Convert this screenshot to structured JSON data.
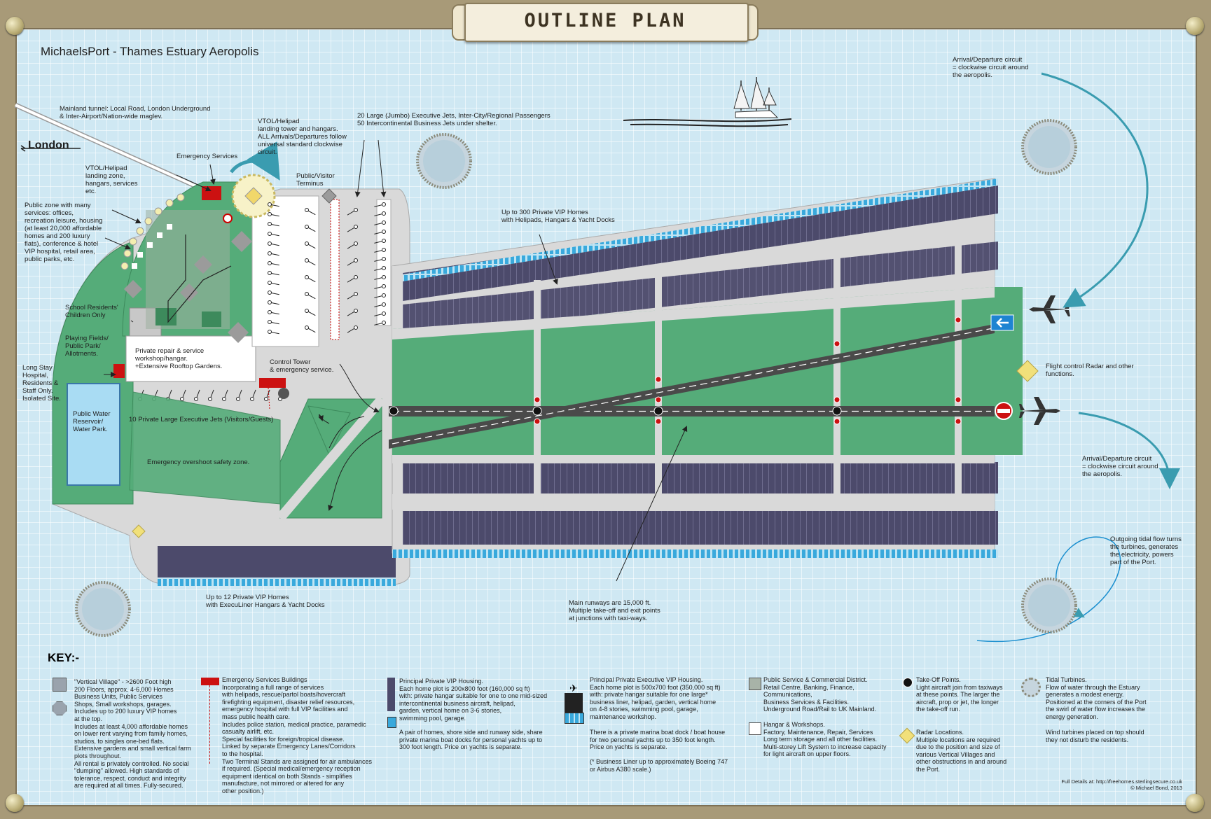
{
  "banner_title": "OUTLINE PLAN",
  "map_title": "MichaelsPort - Thames Estuary Aeropolis",
  "london_label": "London",
  "labels": {
    "mainland_tunnel": "Mainland tunnel: Local Road, London Underground\n& Inter-Airport/Nation-wide maglev.",
    "vtol_tower": "VTOL/Helipad\nlanding tower and hangars.\nALL Arrivals/Departures follow\nuniversal standard clockwise\ncircuit.",
    "emergency_services": "Emergency Services",
    "vtol_zone": "VTOL/Helipad\nlanding zone,\nhangars, services\netc.",
    "public_zone": "Public zone with many\nservices: offices,\nrecreation leisure, housing\n(at least 20,000 affordable\nhomes and 200 luxury\nflats), conference & hotel\nVIP hospital, retail area,\npublic parks, etc.",
    "school": "School Residents'\nChildren Only",
    "playing_fields": "Playing Fields/\nPublic Park/\nAllotments.",
    "long_stay": "Long Stay\nHospital,\nResidents &\nStaff Only.\nIsolated Site.",
    "water_park": "Public Water\nReservoir/\nWater Park.",
    "private_repair": "Private repair & service\nworkshop/hangar.\n+Extensive Rooftop Gardens.",
    "control_tower": "Control Tower\n& emergency service.",
    "private_jets": "10 Private Large Executive Jets (Visitors/Guests)",
    "overshoot": "Emergency overshoot safety zone.",
    "terminus": "Public/Visitor\nTerminus",
    "jumbo": "20 Large (Jumbo) Executive Jets, Inter-City/Regional Passengers\n50 Intercontinental Business Jets under shelter.",
    "vip_homes_300": "Up to 300 Private VIP Homes\nwith Helipads, Hangars & Yacht Docks",
    "vip_homes_12": "Up to 12 Private VIP Homes\nwith ExecuLiner Hangars & Yacht Docks",
    "runways": "Main runways are 15,000 ft.\nMultiple take-off and exit points\nat junctions with taxi-ways.",
    "arrival_top": "Arrival/Departure circuit\n= clockwise circuit around\nthe aeropolis.",
    "arrival_bottom": "Arrival/Departure circuit\n= clockwise circuit around\nthe aeropolis.",
    "flight_control": "Flight control Radar and other\nfunctions.",
    "tidal_flow": "Outgoing tidal flow turns\nthe turbines, generates\nthe electricity, powers\npart of the Port."
  },
  "key_title": "KEY:-",
  "key": {
    "village": "\"Vertical Village\" - >2600 Foot high\n200 Floors, approx. 4-6,000 Homes\nBusiness Units, Public Services\nShops, Small workshops, garages.\nIncludes up to 200 luxury VIP homes\nat the top.\nIncludes at least 4,000 affordable homes\non lower rent varying from family homes,\nstudios, to singles one-bed flats.\nExtensive gardens and small vertical farm\nplots throughout.\nAll rental is privately controlled. No social\n\"dumping\" allowed.  High standards of\ntolerance, respect, conduct and integrity\nare required at all times.  Fully-secured.",
    "emergency": "Emergency Services Buildings\nIncorporating a full range of services\nwith helipads, rescue/partol boats/hovercraft\nfirefighting equipment, disaster relief resources,\nemergency hospital with full VIP facilities and\nmass public health care.\nIncludes police station, medical practice, paramedic\ncasualty airlift, etc.\nSpecial facilities for foreign/tropical disease.\nLinked by separate Emergency Lanes/Corridors\nto the hospital.\nTwo Terminal Stands are assigned for air ambulances\nif required. (Special medical/emergency reception\nequipment identical on both Stands - simplifies\nmanufacture, not mirrored or altered for any\nother position.)",
    "vip_housing": "Principal Private VIP Housing.\nEach home plot is 200x800 foot (160,000 sq ft)\nwith: private hangar suitable for one to one mid-sized\nintercontinental business aircraft, helipad,\ngarden, vertical home on 3-6 stories,\nswimming pool, garage.",
    "vip_housing_marina": "A pair of homes, shore side and runway side, share\nprivate marina boat docks for personal yachts up to\n300 foot length.  Price on yachts is separate.",
    "exec_housing": "Principal Private Executive VIP Housing.\nEach home plot is 500x700 foot (350,000 sq ft)\nwith: private hangar suitable for one large*\nbusiness liner, helipad, garden, vertical home\non 4-8 stories, swimming pool, garage,\nmaintenance workshop.",
    "exec_marina": "There is a private marina boat dock / boat house\nfor two personal yachts up to 350 foot length.\nPrice on yachts is separate.",
    "exec_note": "(* Business Liner up to approximately Boeing 747\nor Airbus A380 scale.)",
    "commercial": "Public Service & Commercial District.\nRetail Centre, Banking, Finance,\nCommunications,\nBusiness Services & Facilities.\nUnderground Road/Rail to UK Mainland.",
    "hangar": "Hangar & Workshops.\nFactory, Maintenance, Repair, Services\nLong term storage and all other facilities.\nMulti-storey Lift System to increase capacity\nfor light aircraft on upper floors.",
    "takeoff": "Take-Off Points.\nLight aircraft join from taxiways\nat these points.  The larger the\naircraft, prop or jet, the longer\nthe take-off run.",
    "radar": "Radar Locations.\nMultiple locations are required\ndue to the position and size of\nvarious Vertical Villages and\nother obstructions in and around\nthe Port.",
    "tidal": "Tidal Turbines.\nFlow of water through the Estuary\ngenerates a modest energy.\nPositioned at the corners of the Port\nthe swirl of water flow increases the\nenergy generation.",
    "wind": "Wind turbines placed on top should\nthey not disturb the residents."
  },
  "credits": "Full Details at: http://freehomes.sterlingsecure.co.uk\n© Michael Bond, 2013",
  "colors": {
    "water": "#cfe8f3",
    "green": "#55ac79",
    "tarmac": "#d9d9d9",
    "runway": "#4a4a4a",
    "housing": "#4c4a6b",
    "emergency_red": "#cc1111",
    "arrow_teal": "#3a9cb0",
    "frame": "#a89a78"
  },
  "icons": [
    "sailing-ship-icon",
    "airplane-icon",
    "turbine-icon",
    "radar-icon",
    "takeoff-point-icon",
    "emergency-building-icon",
    "one-way-arrow-icon",
    "no-entry-icon"
  ]
}
